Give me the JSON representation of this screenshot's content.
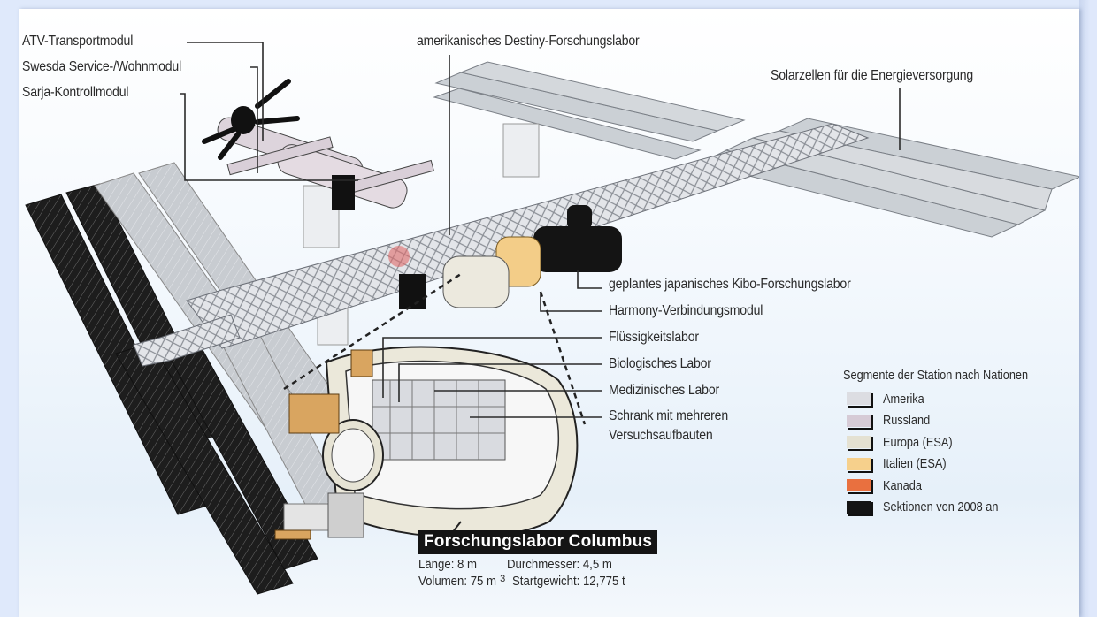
{
  "labels": {
    "atv": "ATV-Transportmodul",
    "swesda": "Swesda Service-/Wohnmodul",
    "sarja": "Sarja-Kontrollmodul",
    "destiny": "amerikanisches Destiny-Forschungslabor",
    "solar": "Solarzellen für die Energieversorgung",
    "kibo": "geplantes  japanisches Kibo-Forschungslabor",
    "harmony": "Harmony-Verbindungsmodul",
    "fluid": "Flüssigkeitslabor",
    "bio": "Biologisches Labor",
    "med": "Medizinisches Labor",
    "rack_line1": "Schrank mit mehreren",
    "rack_line2": "Versuchsaufbauten"
  },
  "legend": {
    "title": "Segmente der Station nach Nationen",
    "items": [
      {
        "label": "Amerika",
        "color": "#dcdde2"
      },
      {
        "label": "Russland",
        "color": "#d6cbd6"
      },
      {
        "label": "Europa (ESA)",
        "color": "#e4e1d2"
      },
      {
        "label": "Italien (ESA)",
        "color": "#f6d08c"
      },
      {
        "label": "Kanada",
        "color": "#e9703f"
      },
      {
        "label": "Sektionen von 2008 an",
        "color": "#141414"
      }
    ]
  },
  "columbus": {
    "title": "Forschungslabor Columbus",
    "length": "Länge: 8 m",
    "diameter": "Durchmesser: 4,5 m",
    "volume": "Volumen: 75 m",
    "volume_unit_sup": "3",
    "weight": "Startgewicht: 12,775 t"
  },
  "colors": {
    "frame": "#dfe9fb",
    "solar_light": "#c9cdd2",
    "solar_dark": "#1b1b1b",
    "leader_line": "#2a2a2a"
  }
}
